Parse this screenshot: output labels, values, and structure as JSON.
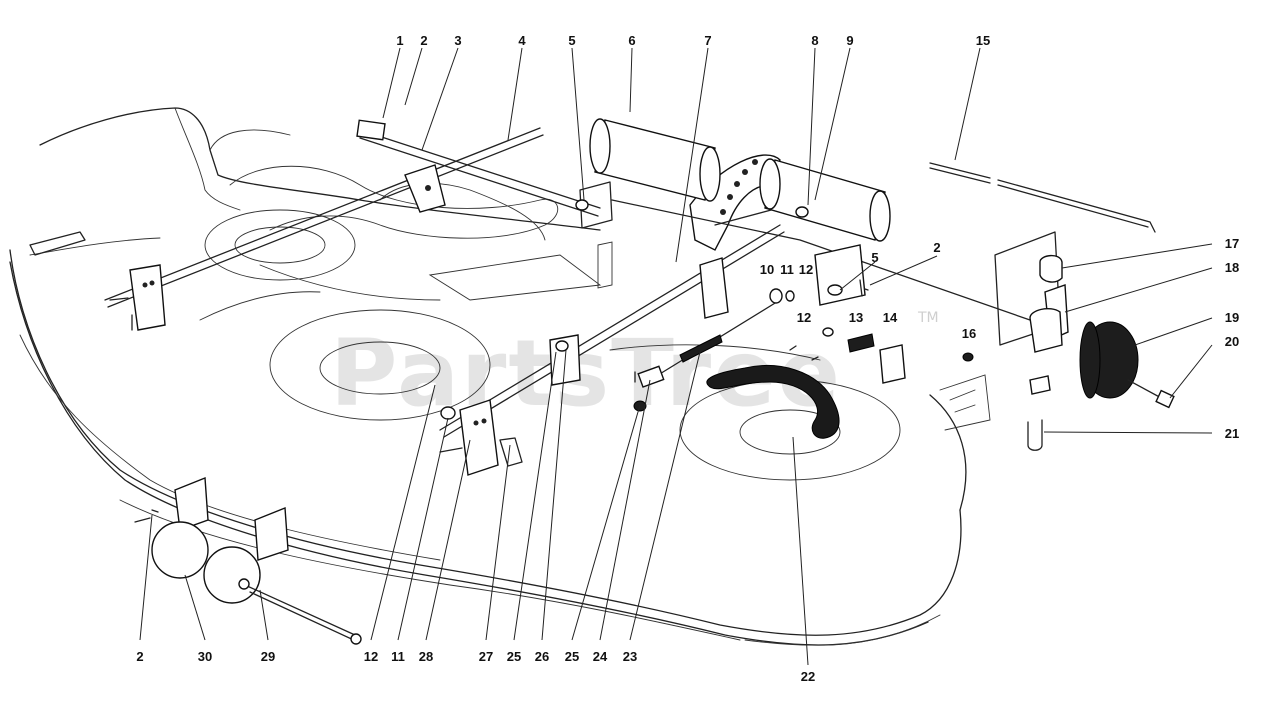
{
  "watermark": {
    "text": "PartsTree",
    "tm": "TM"
  },
  "callouts": [
    {
      "label": "1"
    },
    {
      "label": "2"
    },
    {
      "label": "3"
    },
    {
      "label": "4"
    },
    {
      "label": "5"
    },
    {
      "label": "6"
    },
    {
      "label": "7"
    },
    {
      "label": "8"
    },
    {
      "label": "9"
    },
    {
      "label": "15"
    },
    {
      "label": "17"
    },
    {
      "label": "18"
    },
    {
      "label": "2"
    },
    {
      "label": "5"
    },
    {
      "label": "10"
    },
    {
      "label": "11"
    },
    {
      "label": "12"
    },
    {
      "label": "12"
    },
    {
      "label": "13"
    },
    {
      "label": "14"
    },
    {
      "label": "16"
    },
    {
      "label": "19"
    },
    {
      "label": "20"
    },
    {
      "label": "21"
    },
    {
      "label": "22"
    },
    {
      "label": "2"
    },
    {
      "label": "30"
    },
    {
      "label": "29"
    },
    {
      "label": "12"
    },
    {
      "label": "11"
    },
    {
      "label": "28"
    },
    {
      "label": "27"
    },
    {
      "label": "25"
    },
    {
      "label": "26"
    },
    {
      "label": "25"
    },
    {
      "label": "24"
    },
    {
      "label": "23"
    }
  ]
}
